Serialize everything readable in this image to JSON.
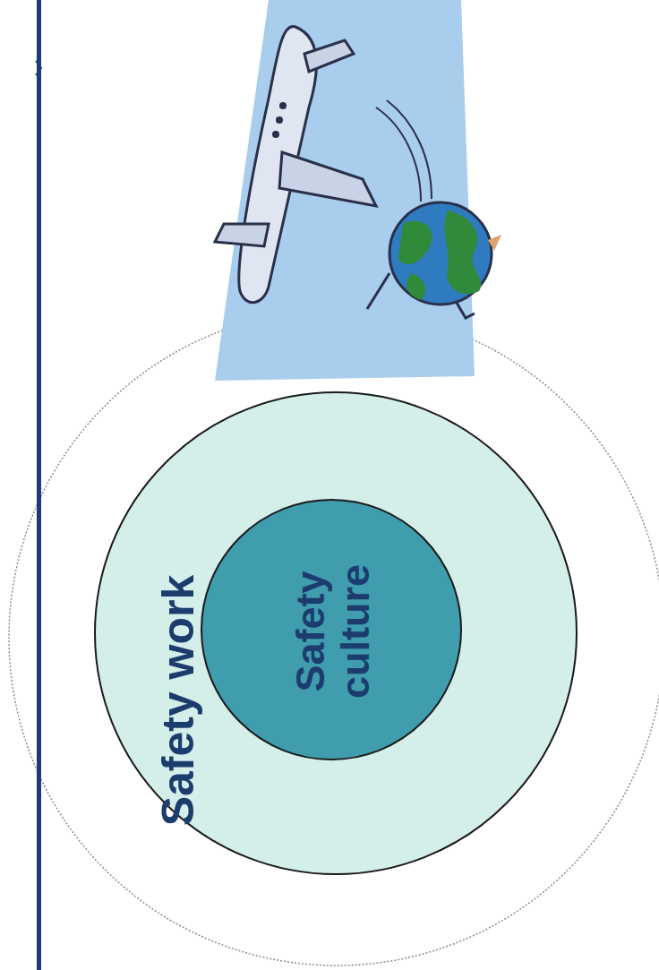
{
  "diagram": {
    "nodes": [
      {
        "text": [
          "Safety work"
        ]
      },
      {
        "text": [
          "Safety culture"
        ],
        "in": 0
      }
    ]
  }
}
